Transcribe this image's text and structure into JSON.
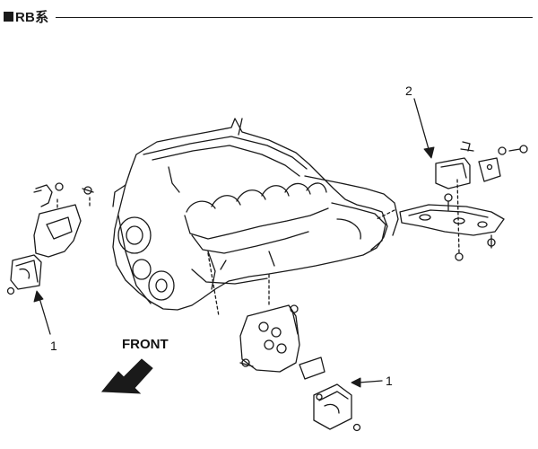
{
  "header": {
    "title": "RB系"
  },
  "labels": {
    "front": "FRONT",
    "callout_left": "1",
    "callout_bottom": "1",
    "callout_top": "2"
  },
  "colors": {
    "ink": "#1a1a1a",
    "background": "#ffffff"
  },
  "icons": [
    "front-arrow-icon"
  ]
}
